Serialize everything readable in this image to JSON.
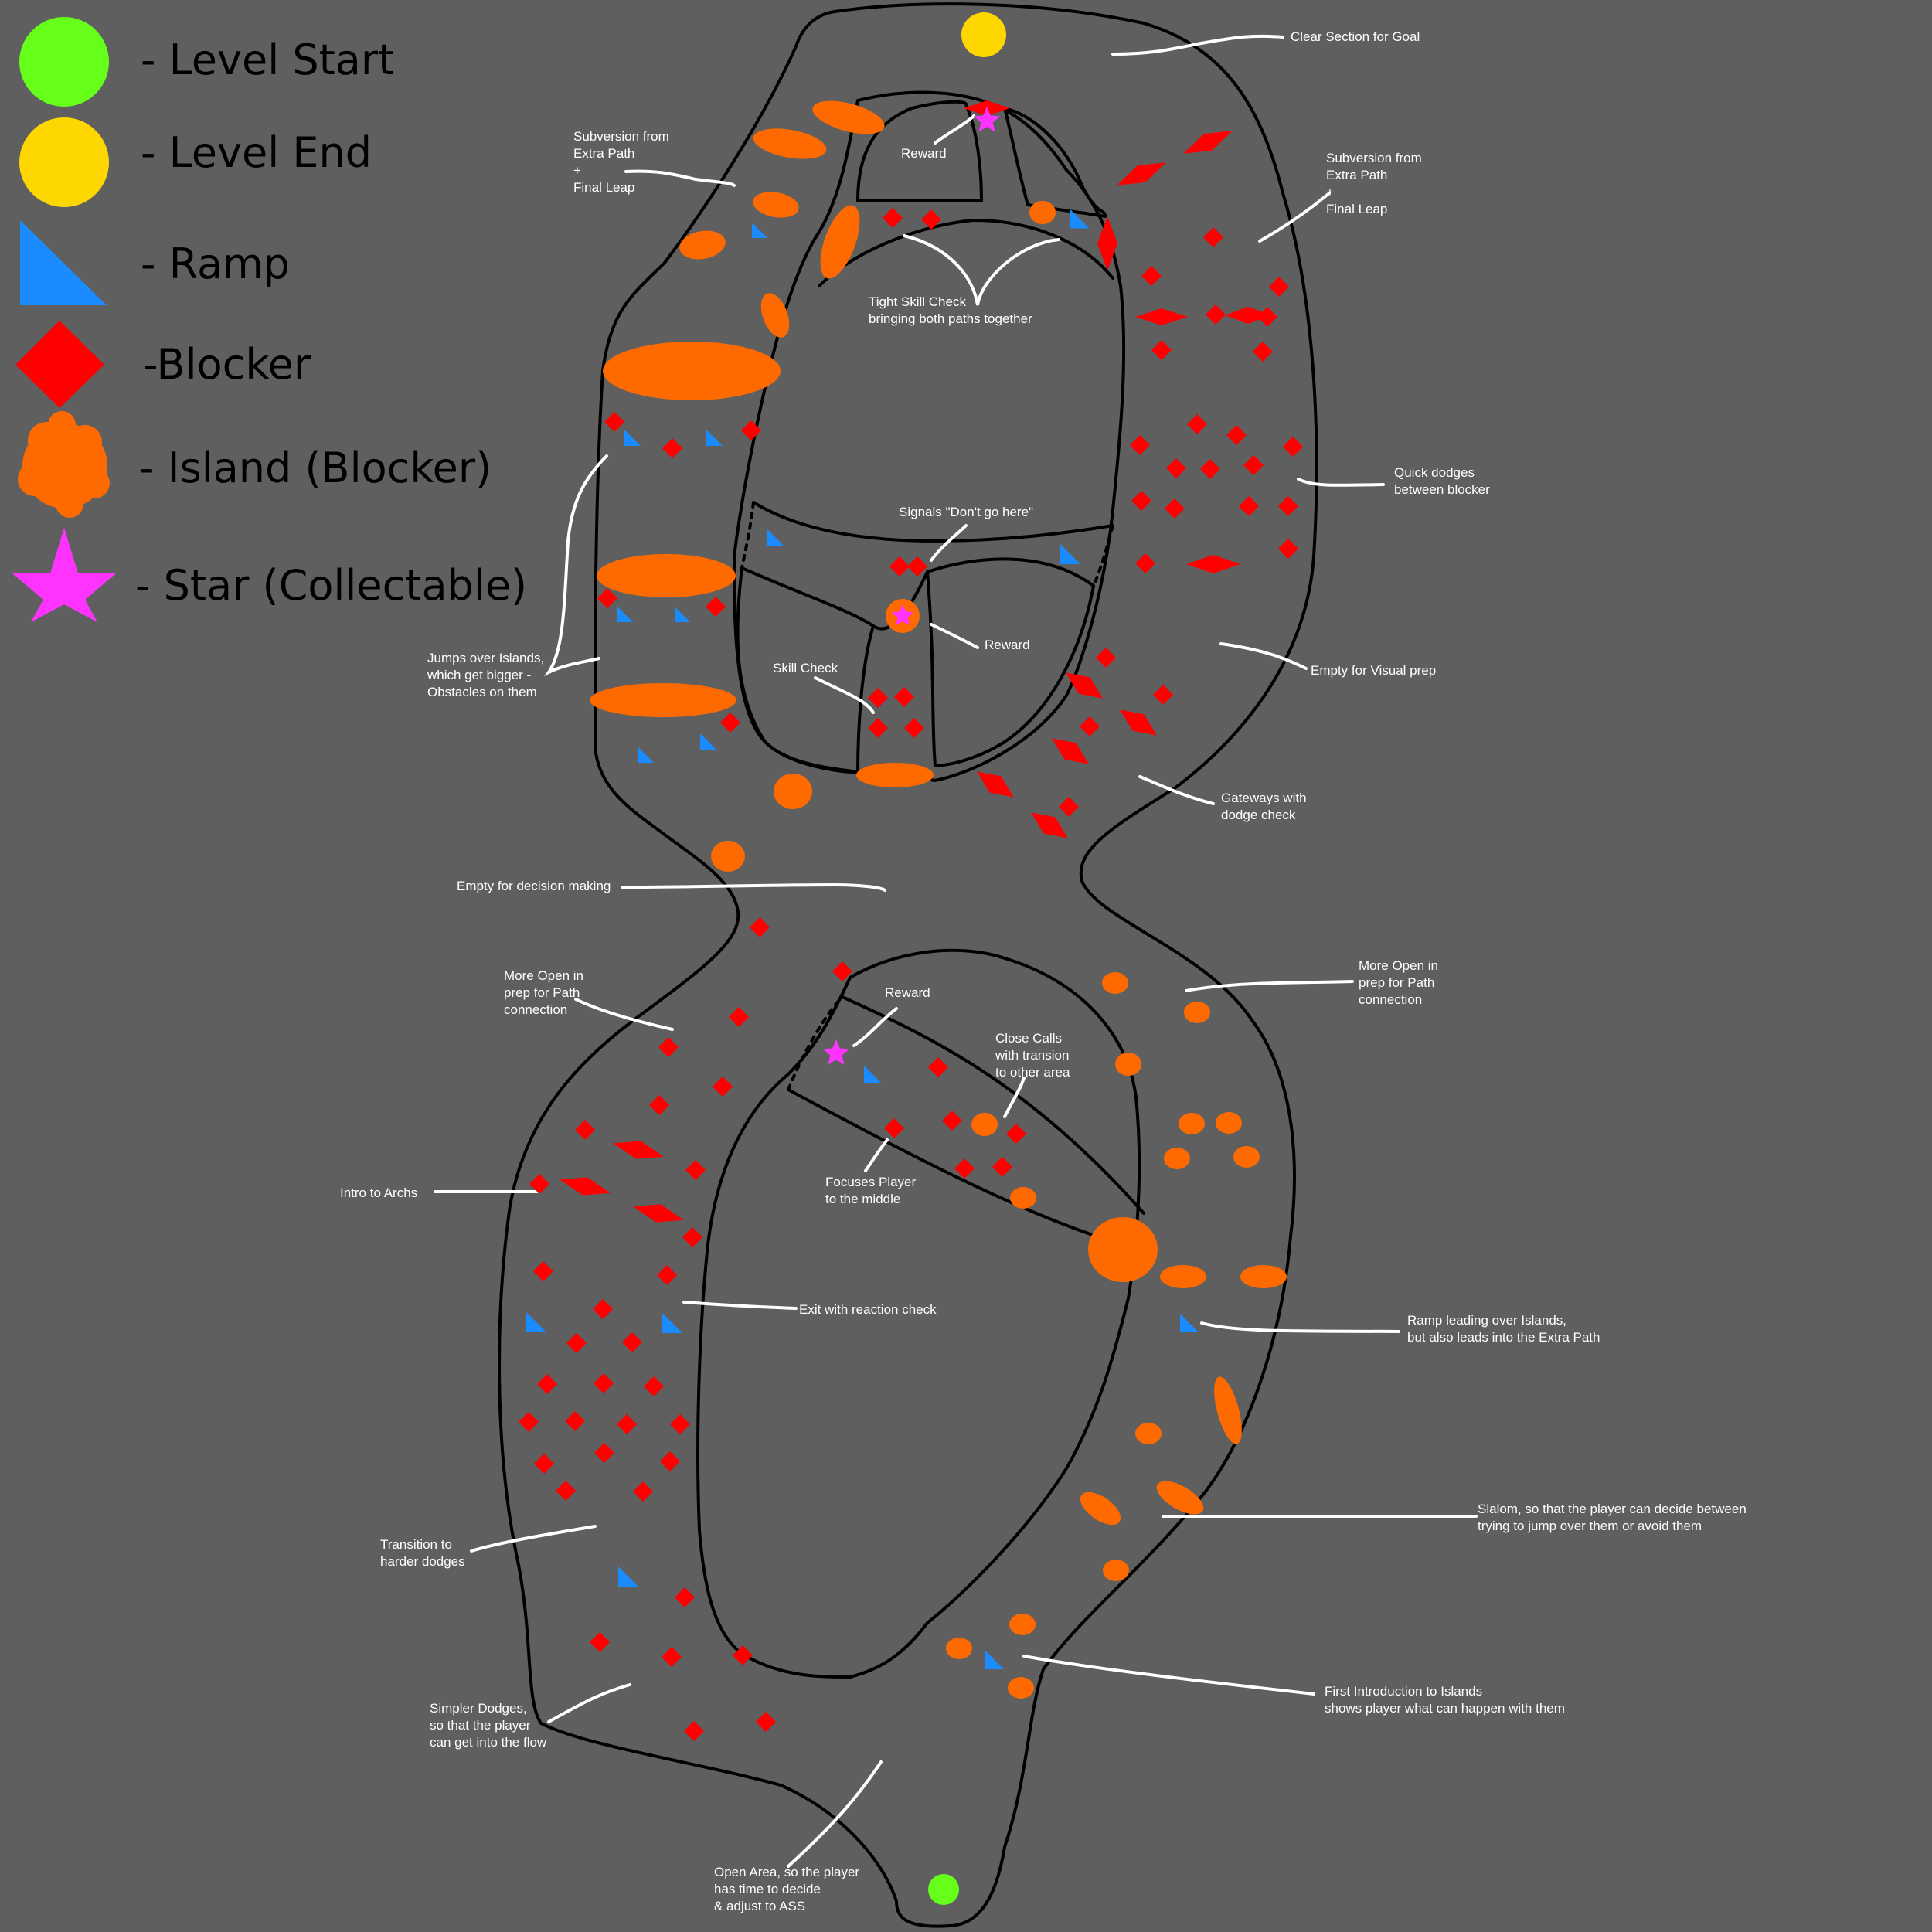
{
  "colors": {
    "background": "#5f5f5f",
    "outline": "#000000",
    "level_start": "#66ff1a",
    "level_end": "#ffd700",
    "ramp": "#1a8cff",
    "blocker": "#ff0000",
    "island": "#ff6a00",
    "star": "#ff33ff",
    "annotation_line": "#ffffff"
  },
  "legend": [
    {
      "icon": "level-start-circle",
      "label": "- Level Start"
    },
    {
      "icon": "level-end-circle",
      "label": "- Level End"
    },
    {
      "icon": "ramp-triangle",
      "label": "- Ramp"
    },
    {
      "icon": "blocker-diamond",
      "label": "-Blocker"
    },
    {
      "icon": "island-blob",
      "label": "- Island (Blocker)"
    },
    {
      "icon": "star-icon",
      "label": "- Star (Collectable)"
    }
  ],
  "annotations": [
    {
      "lines": [
        "Clear Section for Goal"
      ]
    },
    {
      "lines": [
        "Subversion from",
        "Extra Path",
        "+",
        "Final Leap"
      ]
    },
    {
      "lines": [
        "Reward"
      ]
    },
    {
      "lines": [
        "Subversion from",
        "Extra Path",
        "+",
        "Final Leap"
      ]
    },
    {
      "lines": [
        "Tight Skill Check",
        "bringing both paths together"
      ]
    },
    {
      "lines": [
        "Quick dodges",
        "between blocker"
      ]
    },
    {
      "lines": [
        "Signals \"Don't go here\""
      ]
    },
    {
      "lines": [
        "Reward"
      ]
    },
    {
      "lines": [
        "Skill Check"
      ]
    },
    {
      "lines": [
        "Jumps over Islands,",
        "which get bigger -",
        "Obstacles on them"
      ]
    },
    {
      "lines": [
        "Empty for Visual prep"
      ]
    },
    {
      "lines": [
        "Gateways with",
        "dodge check"
      ]
    },
    {
      "lines": [
        "Empty for decision making"
      ]
    },
    {
      "lines": [
        "More Open in",
        "prep for Path",
        "connection"
      ]
    },
    {
      "lines": [
        "Reward"
      ]
    },
    {
      "lines": [
        "More Open in",
        "prep for Path",
        "connection"
      ]
    },
    {
      "lines": [
        "Close Calls",
        "with transion",
        "to other area"
      ]
    },
    {
      "lines": [
        "Focuses Player",
        "to the middle"
      ]
    },
    {
      "lines": [
        "Intro to Archs"
      ]
    },
    {
      "lines": [
        "Exit with reaction check"
      ]
    },
    {
      "lines": [
        "Ramp leading over Islands,",
        "but also leads into the Extra Path"
      ]
    },
    {
      "lines": [
        "Slalom, so that the player can decide between",
        "trying to jump over them or avoid them"
      ]
    },
    {
      "lines": [
        "Transition to",
        "harder dodges"
      ]
    },
    {
      "lines": [
        "First Introduction to Islands",
        "shows player what can happen with them"
      ]
    },
    {
      "lines": [
        "Simpler Dodges,",
        "so that the player",
        "can get into the flow"
      ]
    },
    {
      "lines": [
        "Open Area, so the player",
        "has time to decide",
        "& adjust to ASS"
      ]
    }
  ]
}
